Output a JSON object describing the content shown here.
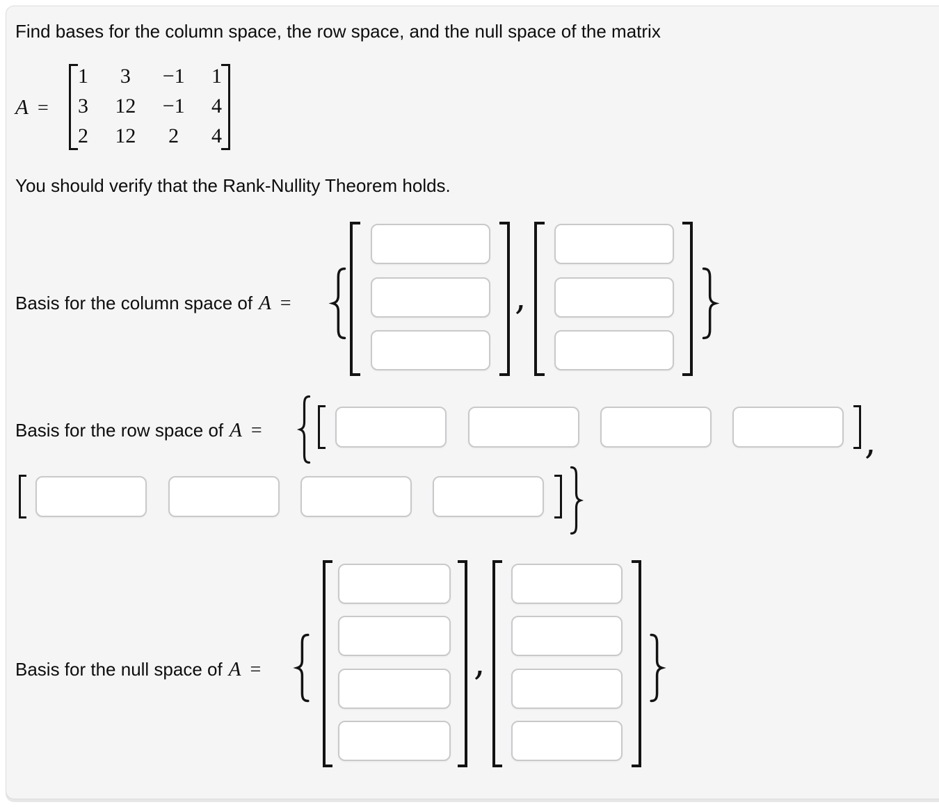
{
  "problem": {
    "prompt": "Find bases for the column space, the row space, and the null space of the matrix",
    "matrix_name": "A",
    "equals": "=",
    "matrix": [
      [
        "1",
        "3",
        "−1",
        "1"
      ],
      [
        "3",
        "12",
        "−1",
        "4"
      ],
      [
        "2",
        "12",
        "2",
        "4"
      ]
    ],
    "note": "You should verify that the Rank-Nullity Theorem holds."
  },
  "sections": {
    "column_space": {
      "label_prefix": "Basis for the column space of",
      "var": "A",
      "equals": "=",
      "values": [
        [
          "",
          "",
          ""
        ],
        [
          "",
          "",
          ""
        ]
      ]
    },
    "row_space": {
      "label_prefix": "Basis for the row space of",
      "var": "A",
      "equals": "=",
      "values": [
        [
          "",
          "",
          "",
          ""
        ],
        [
          "",
          "",
          "",
          ""
        ]
      ]
    },
    "null_space": {
      "label_prefix": "Basis for the null space of",
      "var": "A",
      "equals": "=",
      "values": [
        [
          "",
          "",
          "",
          ""
        ],
        [
          "",
          "",
          "",
          ""
        ]
      ]
    }
  },
  "symbols": {
    "brace_open": "{",
    "brace_close": "}",
    "bracket_open": "[",
    "bracket_close": "]",
    "comma": ","
  }
}
